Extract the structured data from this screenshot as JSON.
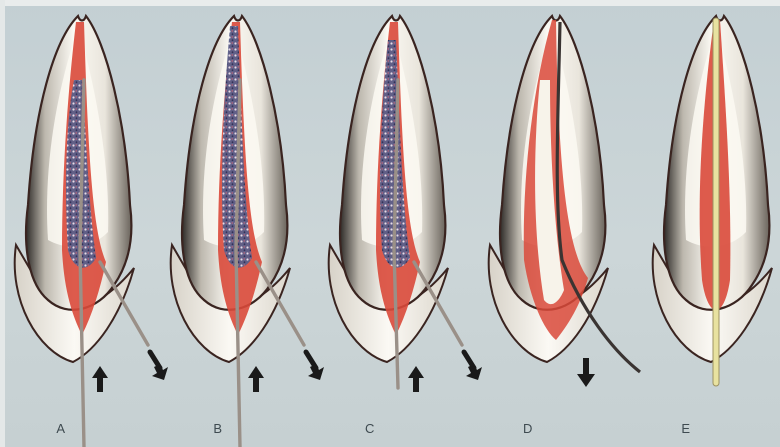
{
  "panels": [
    {
      "label": "A",
      "arrow_up": true,
      "arrow_diag": true
    },
    {
      "label": "B",
      "arrow_up": true,
      "arrow_diag": true
    },
    {
      "label": "C",
      "arrow_up": true,
      "arrow_diag": true
    },
    {
      "label": "D",
      "arrow_up": false,
      "arrow_down": true
    },
    {
      "label": "E",
      "arrow_up": false
    }
  ],
  "colors": {
    "background": "#c9d3d6",
    "tooth_fill": "#f4f1ea",
    "tooth_outline": "#3a2420",
    "pulp": "#d9493a",
    "debris": "#4e5b8c",
    "instrument": "#9a9088",
    "gutta_percha": "#e8e2a0",
    "arrow": "#1a1a1a"
  }
}
